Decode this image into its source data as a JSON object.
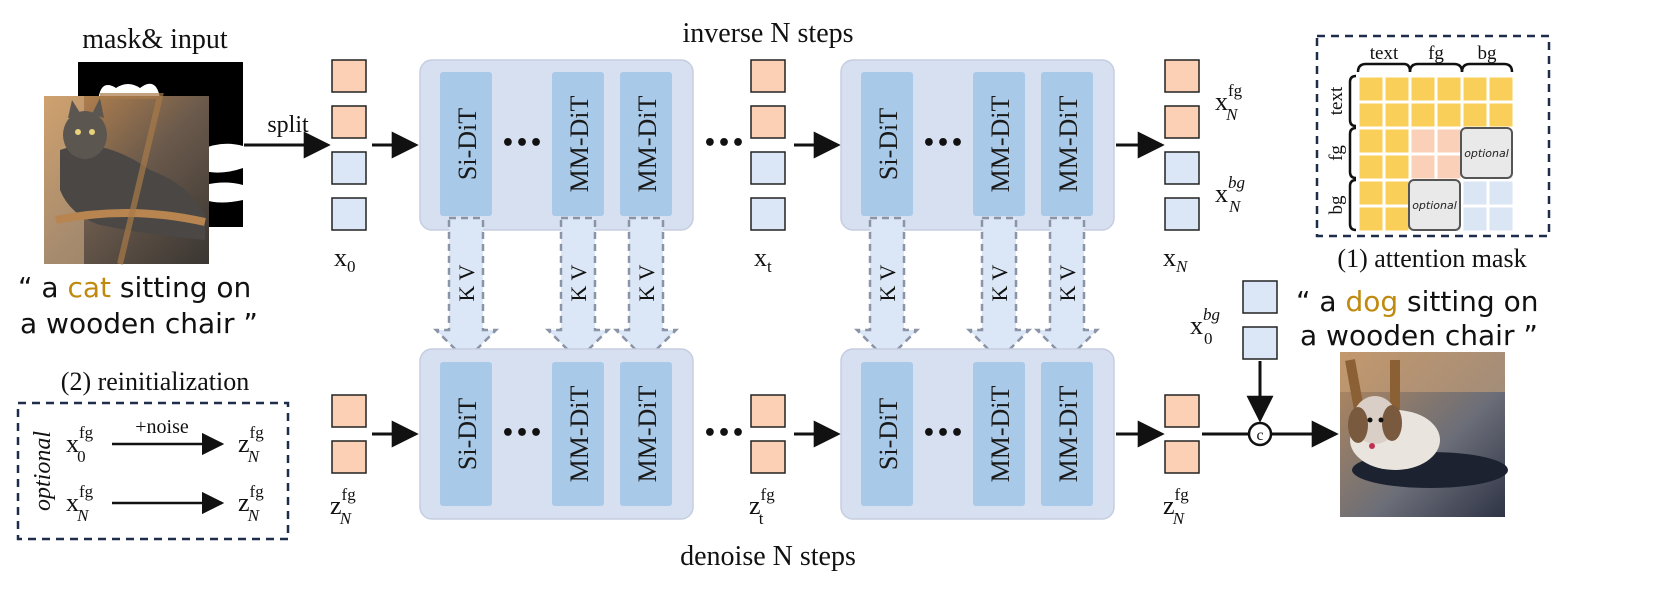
{
  "titles": {
    "mask_input": "mask& input",
    "inverse": "inverse N steps",
    "denoise": "denoise N steps",
    "split": "split"
  },
  "prompts": {
    "source": {
      "open": "“ a ",
      "word": "cat",
      "rest": " sitting on",
      "line2": "a wooden chair ”"
    },
    "target": {
      "open": "“ a ",
      "word": "dog",
      "rest": " sitting on",
      "line2": "a wooden chair ”"
    }
  },
  "blocks": {
    "si": "Si-DiT",
    "mm": "MM-DiT",
    "dots": "•••",
    "kv": "K V"
  },
  "var_labels": {
    "x0": {
      "base": "x",
      "sub": "0"
    },
    "xt": {
      "base": "x",
      "sub": "t"
    },
    "xN": {
      "base": "x",
      "sub": "N"
    },
    "xN_fg": {
      "base": "x",
      "sup": "fg",
      "sub": "N"
    },
    "xN_bg": {
      "base": "x",
      "sup": "bg",
      "sub": "N"
    },
    "zN_fg_in": {
      "base": "z",
      "sup": "fg",
      "sub": "N"
    },
    "zt_fg": {
      "base": "z",
      "sup": "fg",
      "sub": "t"
    },
    "zN_fg_out": {
      "base": "z",
      "sup": "fg",
      "sub": "N"
    },
    "x0_bg": {
      "base": "x",
      "sup": "bg",
      "sub": "0"
    }
  },
  "attention_mask": {
    "caption": "(1) attention mask",
    "col_headers": [
      "text",
      "fg",
      "bg"
    ],
    "row_headers": [
      "text",
      "fg",
      "bg"
    ],
    "optional": "optional"
  },
  "reinit": {
    "caption": "(2) reinitialization",
    "side_label": "optional",
    "row1": {
      "from": {
        "base": "x",
        "sup": "fg",
        "sub": "0"
      },
      "arrow_label": "+noise",
      "to": {
        "base": "z",
        "sup": "fg",
        "sub": "N"
      }
    },
    "row2": {
      "from": {
        "base": "x",
        "sup": "fg",
        "sub": "N"
      },
      "arrow_label": "",
      "to": {
        "base": "z",
        "sup": "fg",
        "sub": "N"
      }
    }
  },
  "concat_symbol": "c",
  "colors": {
    "orange_token": "#fbd0b4",
    "blue_token": "#dbe7f6",
    "block_panel": "#d7e0f1",
    "dit_block": "#a9c9e8",
    "kv_arrow": "#dbe7f6",
    "highlight_word": "#c08a10",
    "mask_yellow": "#f9cf5a",
    "mask_pink": "#fbd0b8",
    "mask_lightblue": "#dbe6f4",
    "mask_gray": "#e9e9e9",
    "frame_dash": "#1f2d4a"
  },
  "images": {
    "cat_photo": "cat-photo",
    "mask": "mask",
    "dog_photo": "dog-photo"
  }
}
